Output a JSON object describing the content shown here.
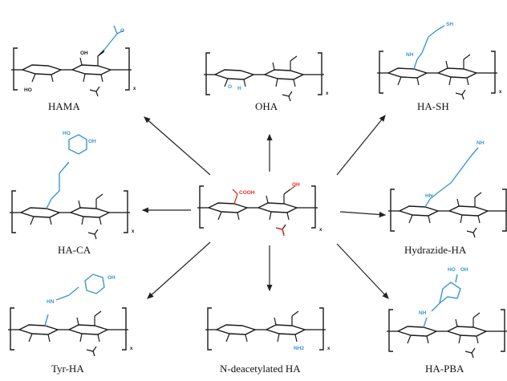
{
  "colors": {
    "skeleton": "#1a1a1a",
    "modification": "#3a95d8",
    "highlight": "#e0312b",
    "arrow": "#222222"
  },
  "center": {
    "label_cooh": "COOH",
    "label_oh": "OH",
    "label_x": "x"
  },
  "derivatives": [
    {
      "id": "hama",
      "name": "HAMA"
    },
    {
      "id": "oha",
      "name": "OHA"
    },
    {
      "id": "ha-sh",
      "name": "HA-SH",
      "group": "SH"
    },
    {
      "id": "ha-ca",
      "name": "HA-CA",
      "group": "HO"
    },
    {
      "id": "hydrazide-ha",
      "name": "Hydrazide-HA",
      "group": "NH"
    },
    {
      "id": "tyr-ha",
      "name": "Tyr-HA",
      "group": "HN"
    },
    {
      "id": "n-deacetylated-ha",
      "name": "N-deacetylated HA",
      "group": "NH2"
    },
    {
      "id": "ha-pba",
      "name": "HA-PBA",
      "group": "HO"
    }
  ],
  "atoms": {
    "oh": "OH",
    "ho": "HO",
    "o": "O",
    "nh": "NH",
    "hn": "HN",
    "x": "x",
    "h": "H"
  }
}
